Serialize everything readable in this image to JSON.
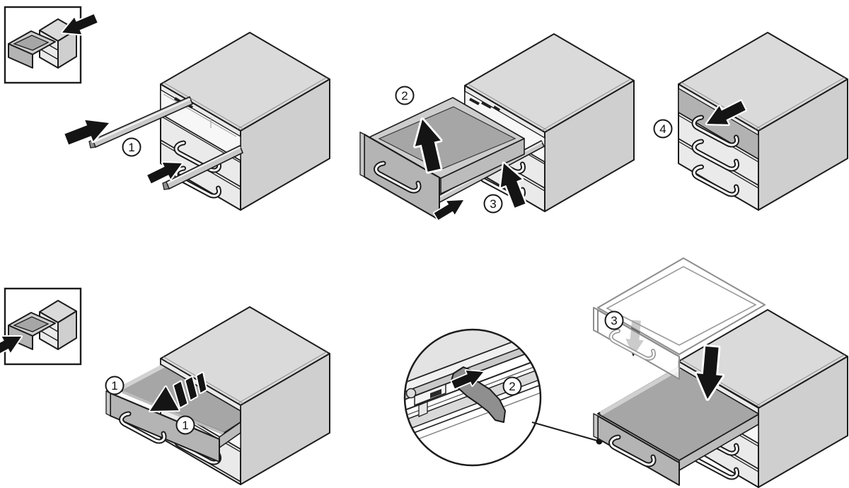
{
  "figure": {
    "background": "#ffffff",
    "outline_color": "#1c1c1c",
    "palette": {
      "cabinet_top": "#dadada",
      "cabinet_side": "#cfcfcf",
      "cabinet_front": "#eaeaea",
      "drawer_front_dark": "#b2b2b2",
      "drawer_interior": "#a6a6a6",
      "rail_gray": "#c9c9c9",
      "arrow_black": "#141414",
      "ghost_stroke": "#8d8d8d"
    },
    "insert_row": {
      "pictogram": "drawer-insert-icon",
      "steps": [
        {
          "label": "1"
        },
        {
          "label": "2"
        },
        {
          "label": "3"
        },
        {
          "label": "4"
        }
      ]
    },
    "remove_row": {
      "pictogram": "drawer-remove-icon",
      "steps": [
        {
          "label": "1"
        },
        {
          "label": "1"
        },
        {
          "label": "2"
        },
        {
          "label": "3"
        }
      ]
    }
  }
}
